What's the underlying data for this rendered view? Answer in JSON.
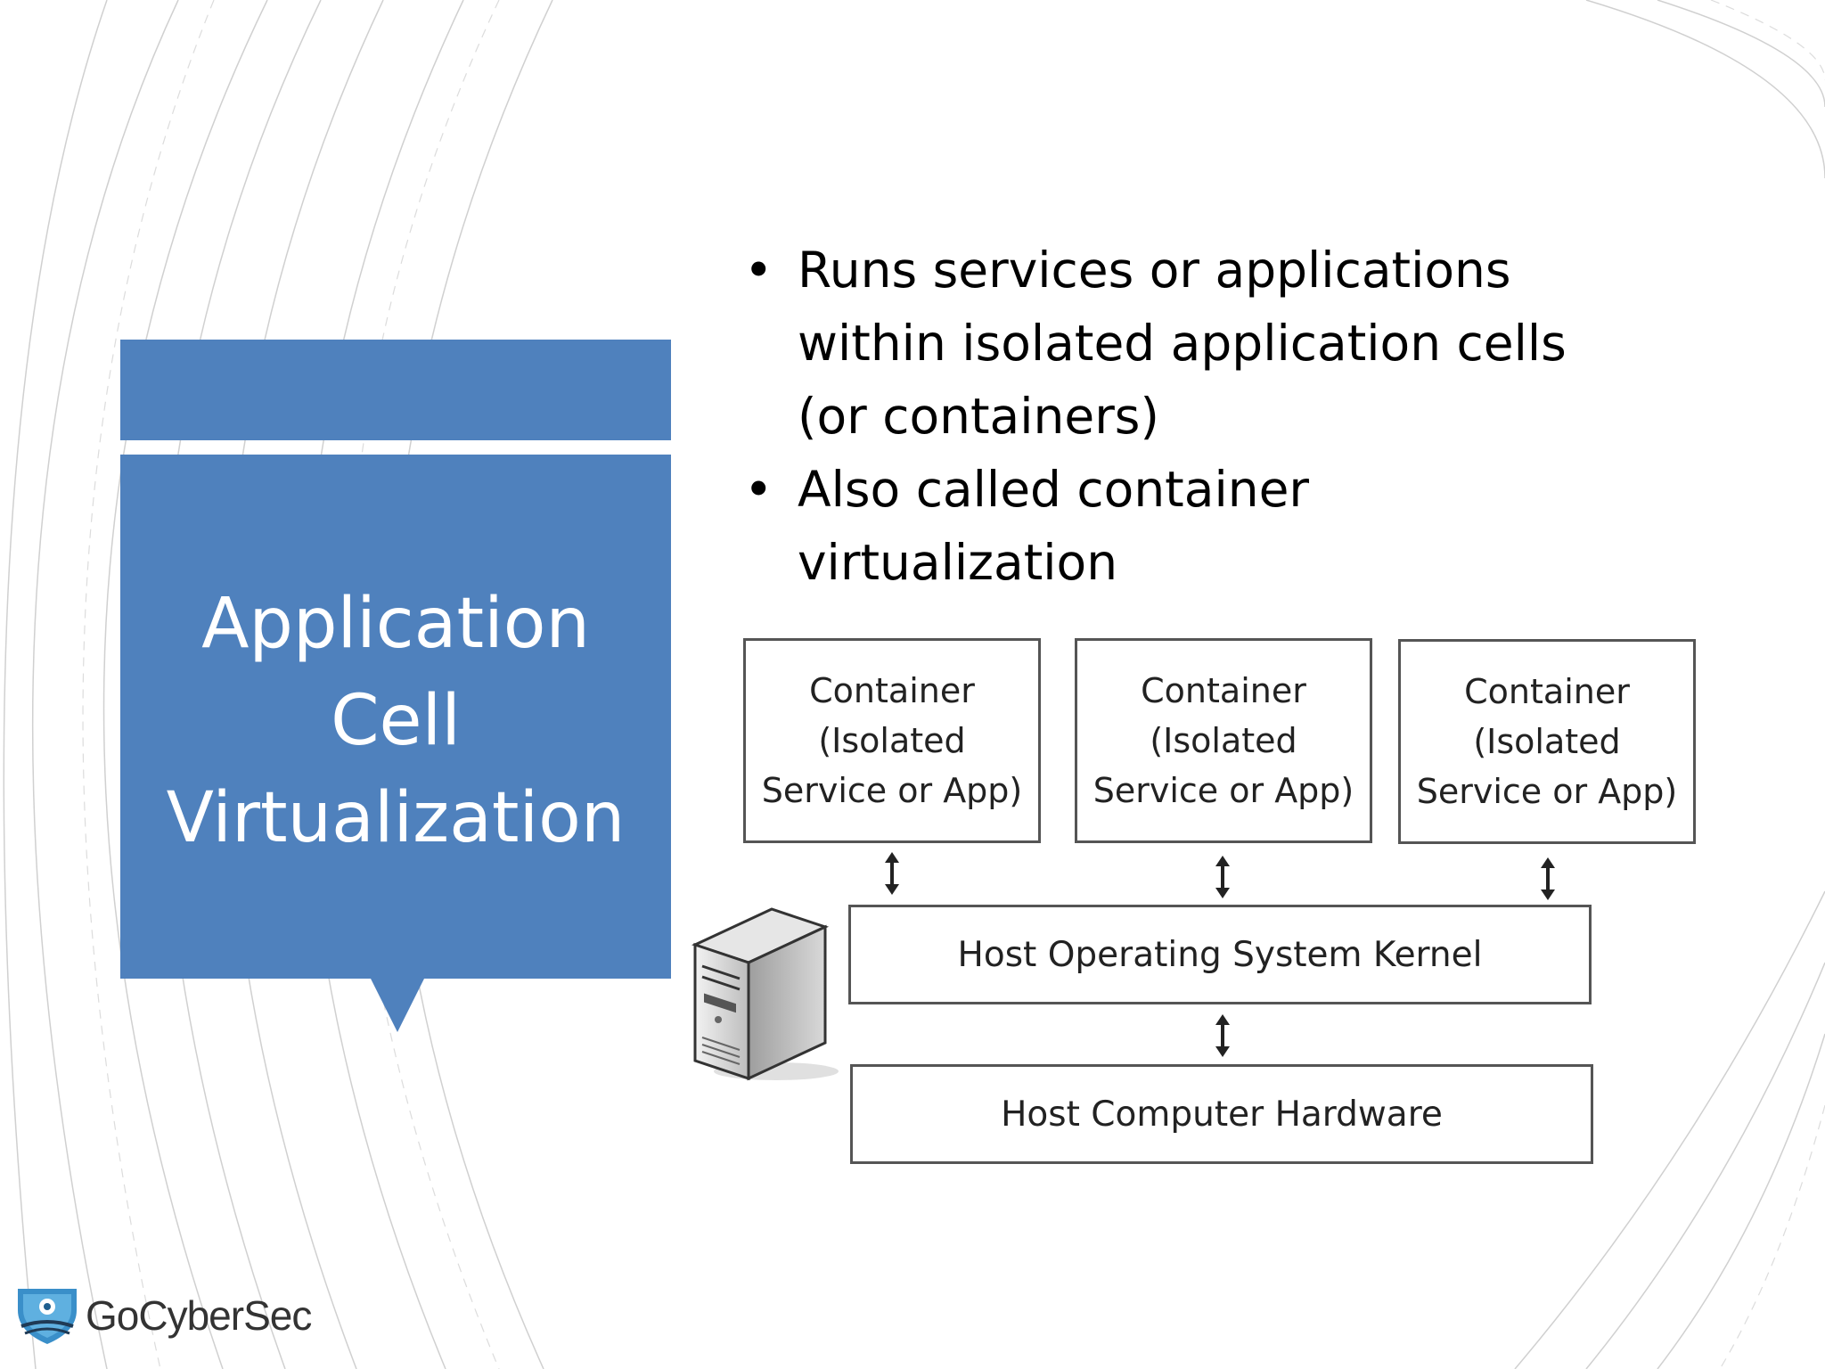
{
  "slide": {
    "title_lines": [
      "Application",
      "Cell",
      "Virtualization"
    ],
    "accent_color": "#4f81bd",
    "bullets": [
      {
        "lines": [
          "Runs services or applications",
          "within isolated application cells",
          "(or containers)"
        ]
      },
      {
        "lines": [
          "Also called container",
          "virtualization"
        ]
      }
    ]
  },
  "diagram": {
    "containers": [
      {
        "lines": [
          "Container",
          "(Isolated",
          "Service or App)"
        ]
      },
      {
        "lines": [
          "Container",
          "(Isolated",
          "Service or App)"
        ]
      },
      {
        "lines": [
          "Container",
          "(Isolated",
          "Service or App)"
        ]
      }
    ],
    "kernel_label": "Host Operating System Kernel",
    "hardware_label": "Host Computer Hardware",
    "icons": [
      "server-icon",
      "double-arrow-icon"
    ]
  },
  "logo": {
    "text": "GoCyberSec",
    "icon": "shield-eye-icon",
    "color": "#3a8fc9"
  }
}
